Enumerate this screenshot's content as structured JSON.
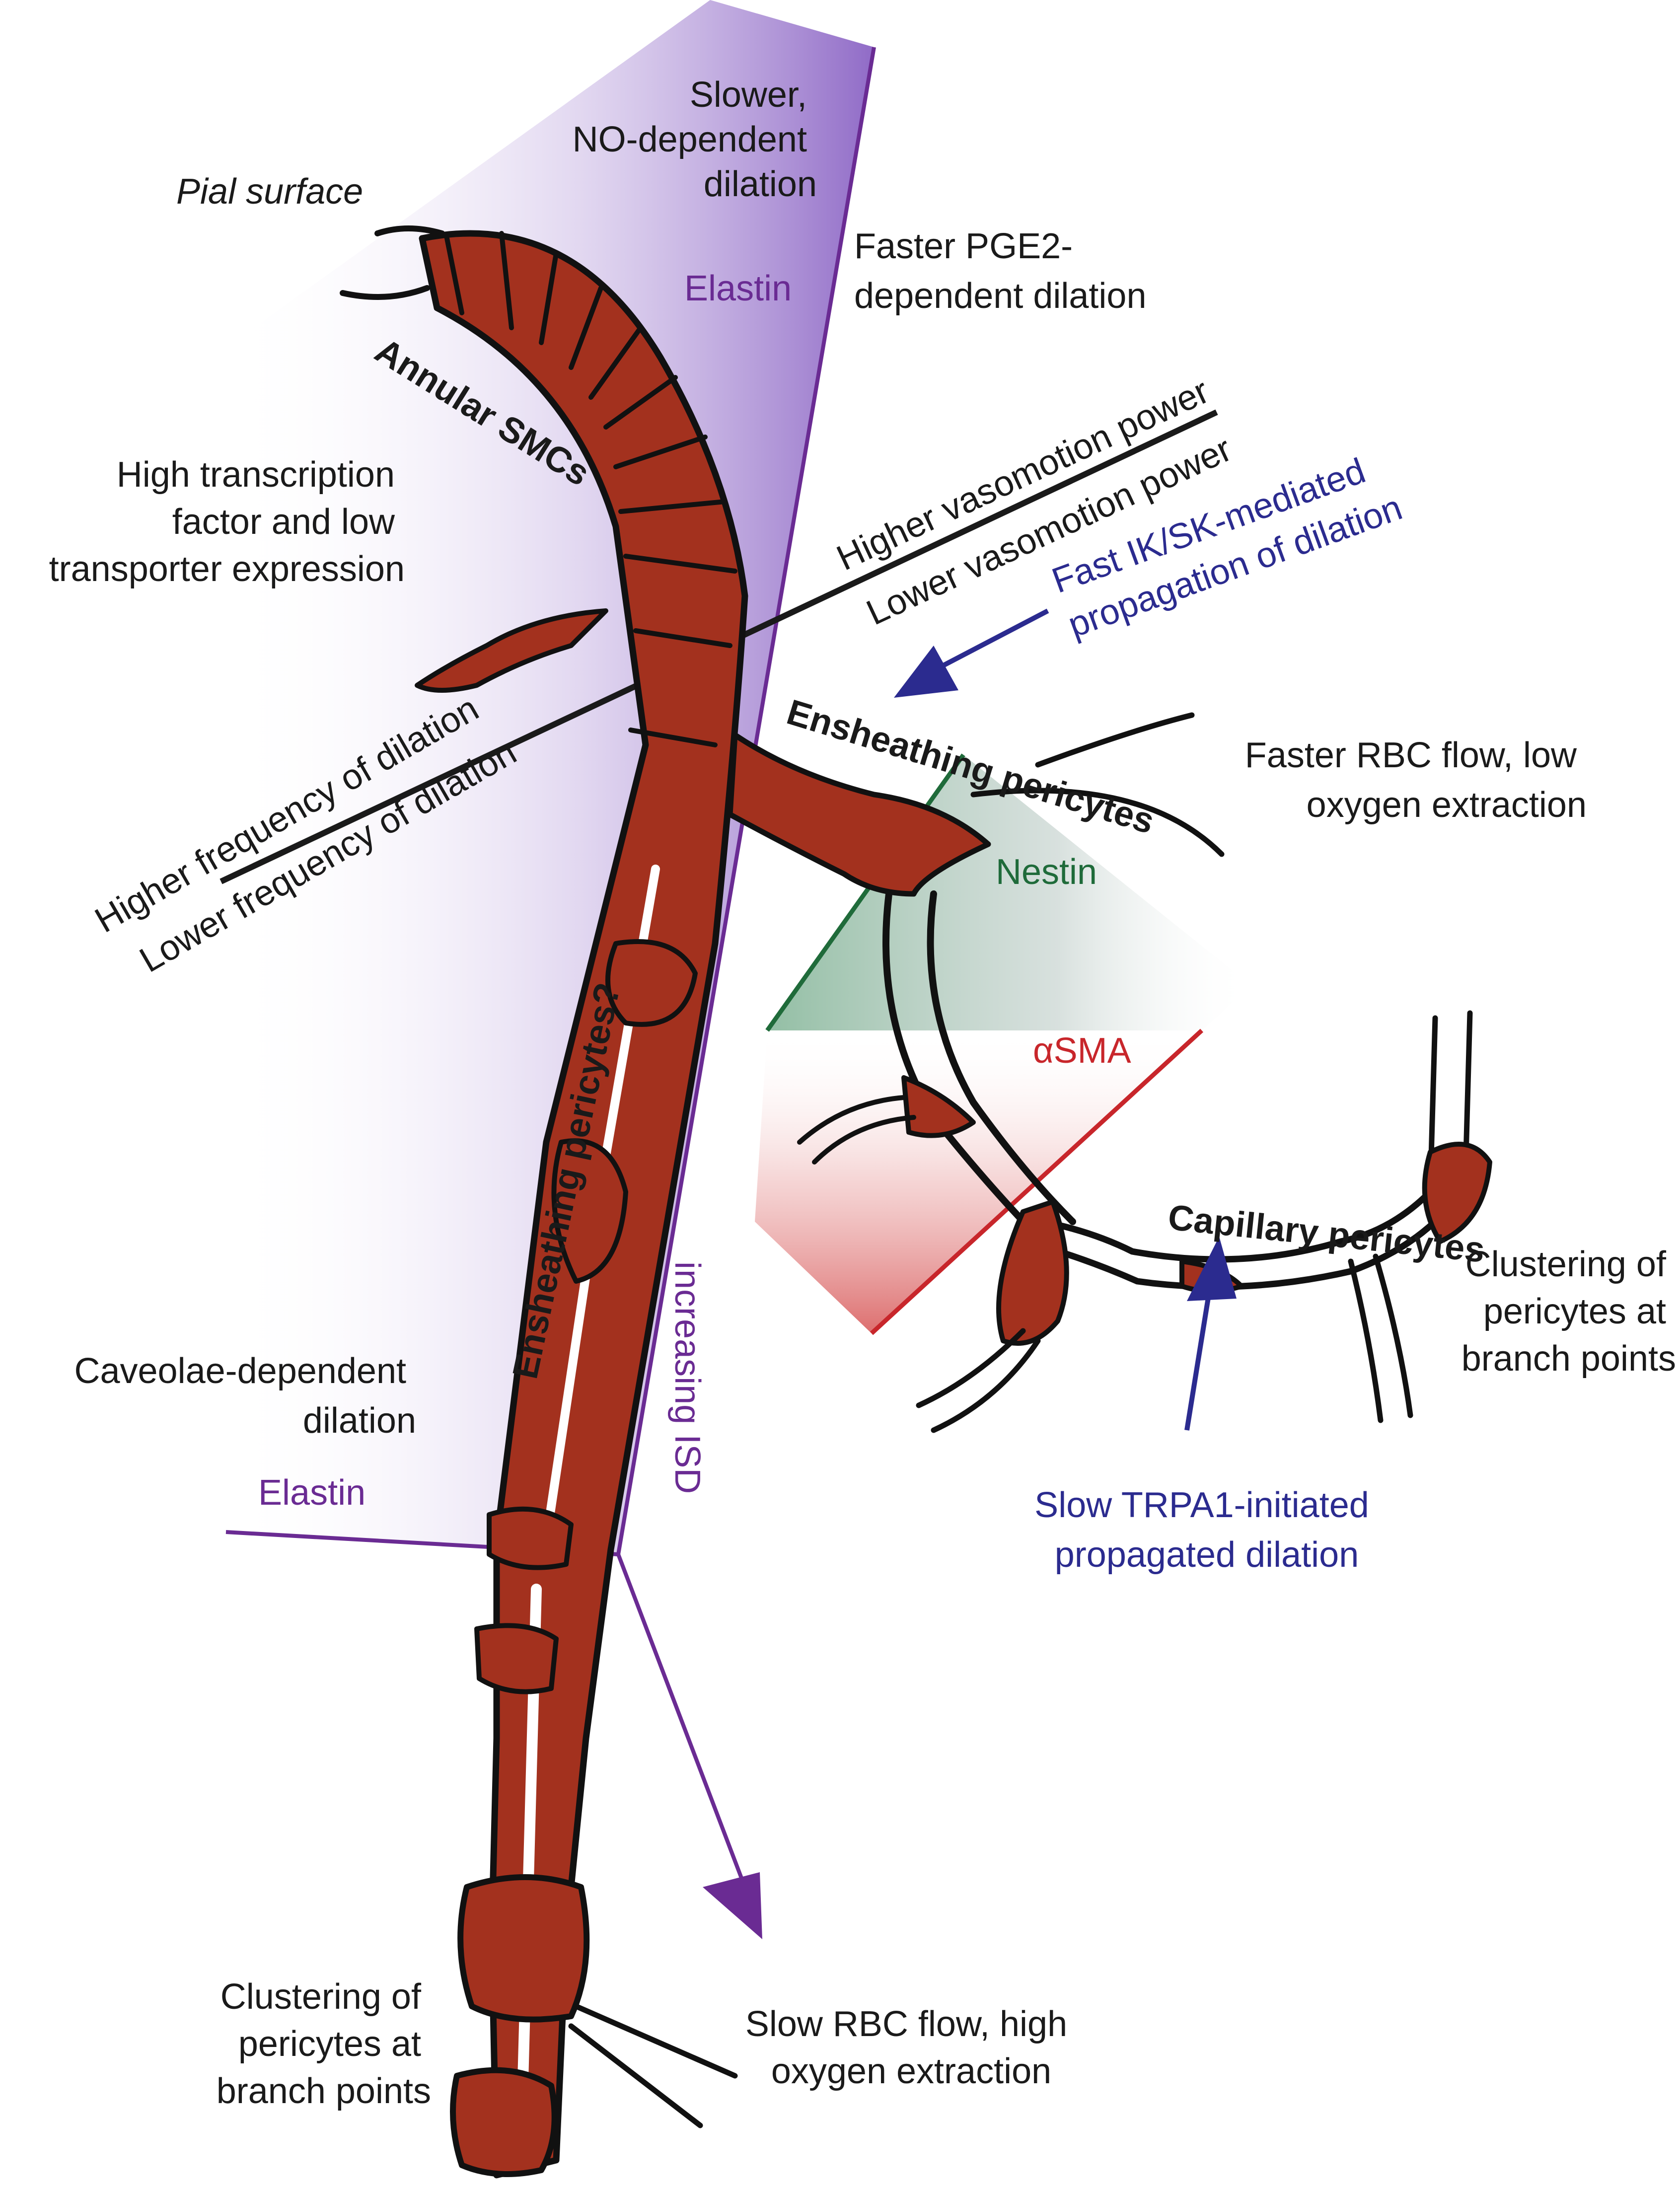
{
  "colors": {
    "vessel_fill": "#a3311e",
    "outline": "#111111",
    "elastin": "#6a2b93",
    "nestin": "#1f6b3a",
    "asma": "#c8262b",
    "propagation": "#2b2b8f",
    "text": "#1a1a1a"
  },
  "labels": {
    "pial_surface": "Pial surface",
    "slower_no": [
      "Slower,",
      "NO-dependent",
      "dilation"
    ],
    "faster_pge2": [
      "Faster PGE2-",
      "dependent dilation"
    ],
    "elastin_top": "Elastin",
    "elastin_bottom": "Elastin",
    "annular_smcs": "Annular SMCs",
    "high_transcription": [
      "High transcription",
      "factor and low",
      "transporter expression"
    ],
    "higher_vasomotion": "Higher vasomotion power",
    "lower_vasomotion": "Lower vasomotion power",
    "fast_ik_sk": [
      "Fast IK/SK-mediated",
      "propagation of dilation"
    ],
    "higher_frequency": "Higher frequency of dilation",
    "lower_frequency": "Lower frequency of dilation",
    "ensheathing_pericytes": "Ensheathing pericytes",
    "faster_rbc": [
      "Faster RBC flow, low",
      "oxygen extraction"
    ],
    "nestin": "Nestin",
    "ensheathing_question": "Ensheathing pericytes?",
    "asma": "αSMA",
    "capillary_pericytes": "Capillary pericytes",
    "clustering_right": [
      "Clustering of",
      "pericytes at",
      "branch points"
    ],
    "caveolae": [
      "Caveolae-dependent",
      "dilation"
    ],
    "increasing_isd": "increasing ISD",
    "slow_trpa1": [
      "Slow TRPA1-initiated",
      "propagated dilation"
    ],
    "clustering_bottom": [
      "Clustering of",
      "pericytes at",
      "branch points"
    ],
    "slow_rbc": [
      "Slow RBC flow, high",
      "oxygen extraction"
    ]
  }
}
